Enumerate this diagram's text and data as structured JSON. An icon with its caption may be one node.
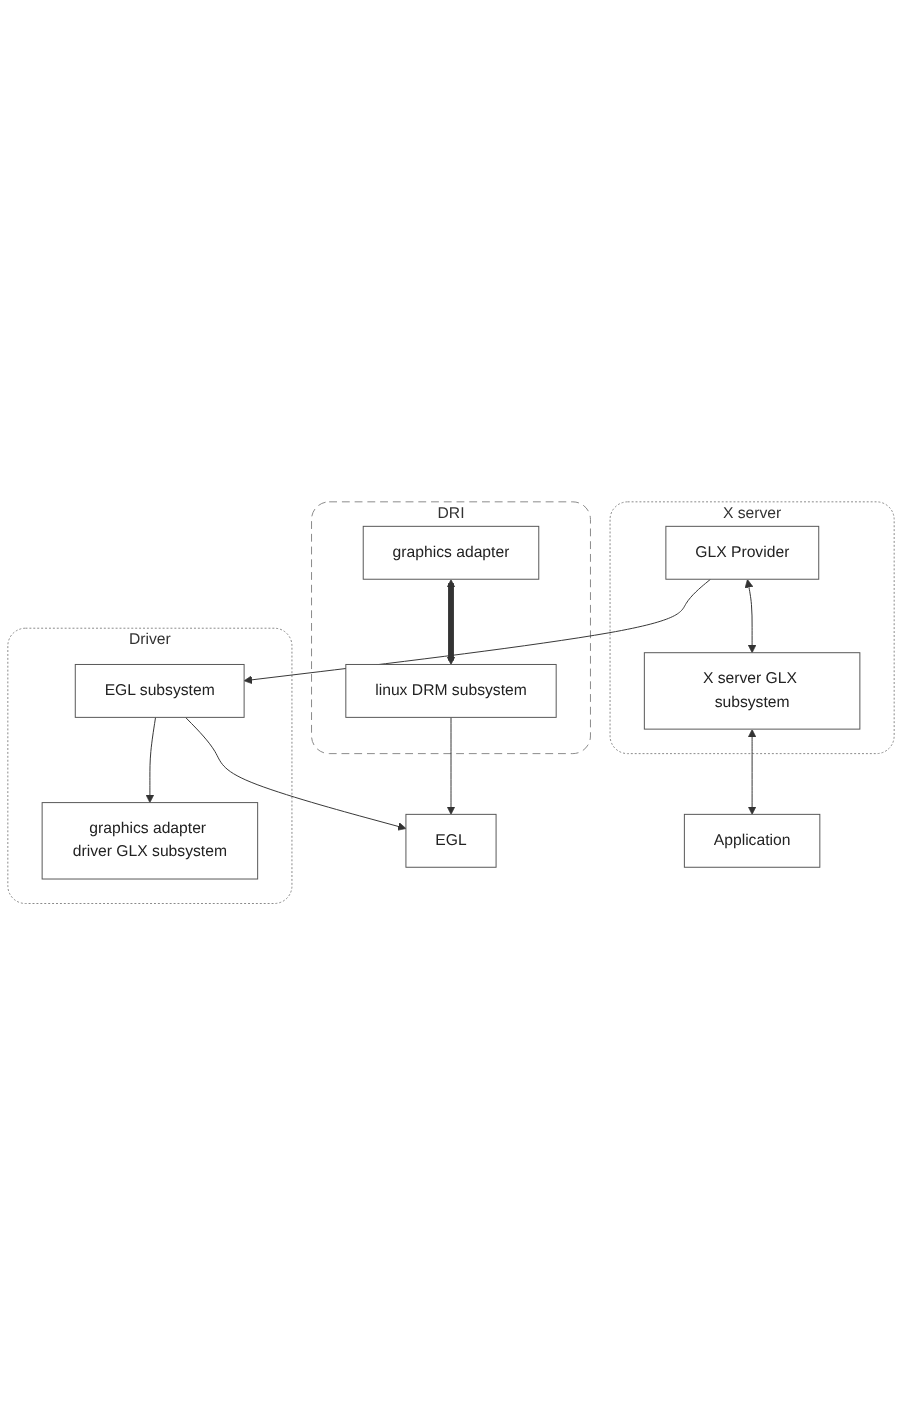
{
  "diagram": {
    "nodes": [
      {
        "text": [
          "DRI"
        ]
      },
      {
        "text": [
          "graphics adapter"
        ],
        "in": 0
      },
      {
        "text": [
          "linux DRM subsystem"
        ],
        "in": 0
      },
      {
        "text": [
          "EGL"
        ]
      },
      {
        "text": [
          "X server"
        ]
      },
      {
        "text": [
          "GLX Provider"
        ],
        "in": 4
      },
      {
        "text": [
          "X server GLX subsystem"
        ],
        "in": 4
      },
      {
        "text": [
          "Driver"
        ]
      },
      {
        "text": [
          "EGL subsystem"
        ],
        "in": 7
      },
      {
        "text": [
          "graphics adapter driver GLX subsystem"
        ],
        "in": 7
      },
      {
        "text": [
          "Application"
        ]
      }
    ],
    "edges": [
      {
        "from": 1,
        "to": 2,
        "arrow": "both",
        "style": "thick"
      },
      {
        "from": 2,
        "to": 3,
        "arrow": "to"
      },
      {
        "from": 8,
        "to": 3,
        "arrow": "to"
      },
      {
        "from": 5,
        "to": 8,
        "arrow": "to"
      },
      {
        "from": 5,
        "to": 6,
        "arrow": "both"
      },
      {
        "from": 6,
        "to": 10,
        "arrow": "both"
      },
      {
        "from": 8,
        "to": 9,
        "arrow": "to"
      }
    ]
  }
}
